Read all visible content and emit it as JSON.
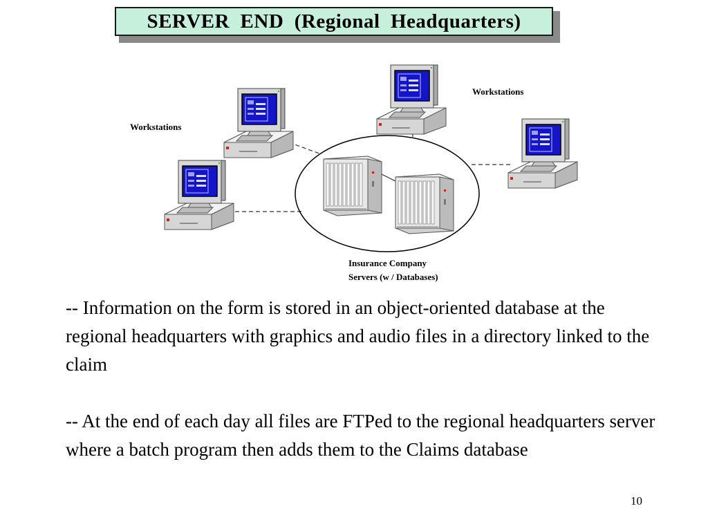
{
  "slide": {
    "title": "SERVER  END  (Regional  Headquarters)",
    "page_number": "10"
  },
  "diagram": {
    "labels": {
      "workstations_left": "Workstations",
      "workstations_right": "Workstations",
      "servers_line1": "Insurance Company",
      "servers_line2": "Servers (w / Databases)"
    },
    "nodes": {
      "workstations": [
        "workstation-1",
        "workstation-2",
        "workstation-3",
        "workstation-4"
      ],
      "servers": [
        "server-1",
        "server-2"
      ]
    }
  },
  "body": {
    "paragraphs": [
      "--  Information on the form is stored in an object-oriented database at the regional headquarters with graphics and audio files in a directory linked to the claim",
      "--  At the end of each day all files are FTPed to the regional headquarters server where a batch program then adds them to the Claims database"
    ]
  },
  "colors": {
    "title_bg": "#c6f0dc",
    "screen_blue": "#1515c8",
    "computer_gray": "#d8d8d8"
  }
}
